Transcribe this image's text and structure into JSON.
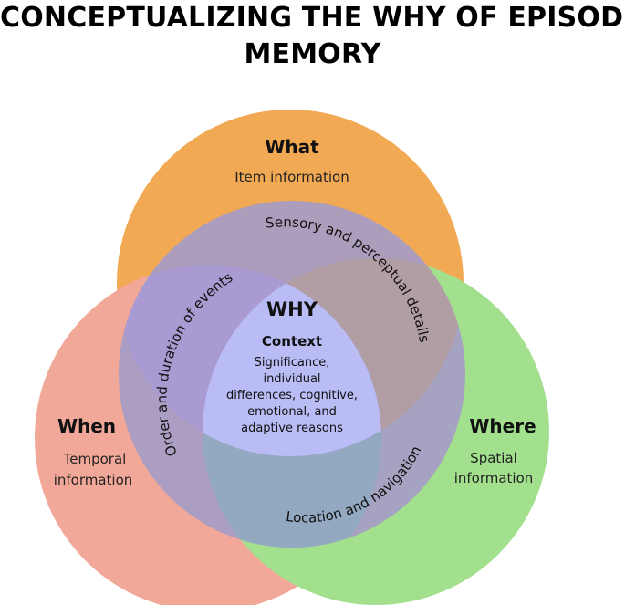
{
  "title": {
    "line1": "CONCEPTUALIZING THE WHY OF EPISODIC",
    "line2": "MEMORY"
  },
  "circles": {
    "what": {
      "heading": "What",
      "subtitle": "Item information",
      "color": "#f2a953"
    },
    "when": {
      "heading": "When",
      "subtitle_line1": "Temporal",
      "subtitle_line2": "information",
      "color": "#f2a898"
    },
    "where": {
      "heading": "Where",
      "subtitle_line1": "Spatial",
      "subtitle_line2": "information",
      "color": "#a3e08e"
    }
  },
  "overlaps": {
    "what_where": "Sensory and perceptual details",
    "what_when": "Order and duration of events",
    "when_where": "Location and navigation"
  },
  "center": {
    "heading": "WHY",
    "subheading": "Context",
    "body": [
      "Significance,",
      "individual",
      "differences, cognitive,",
      "emotional, and",
      "adaptive reasons"
    ]
  },
  "overlay_colors": {
    "inner_ring": "#a69cc6",
    "core": "#b9bcf5"
  }
}
